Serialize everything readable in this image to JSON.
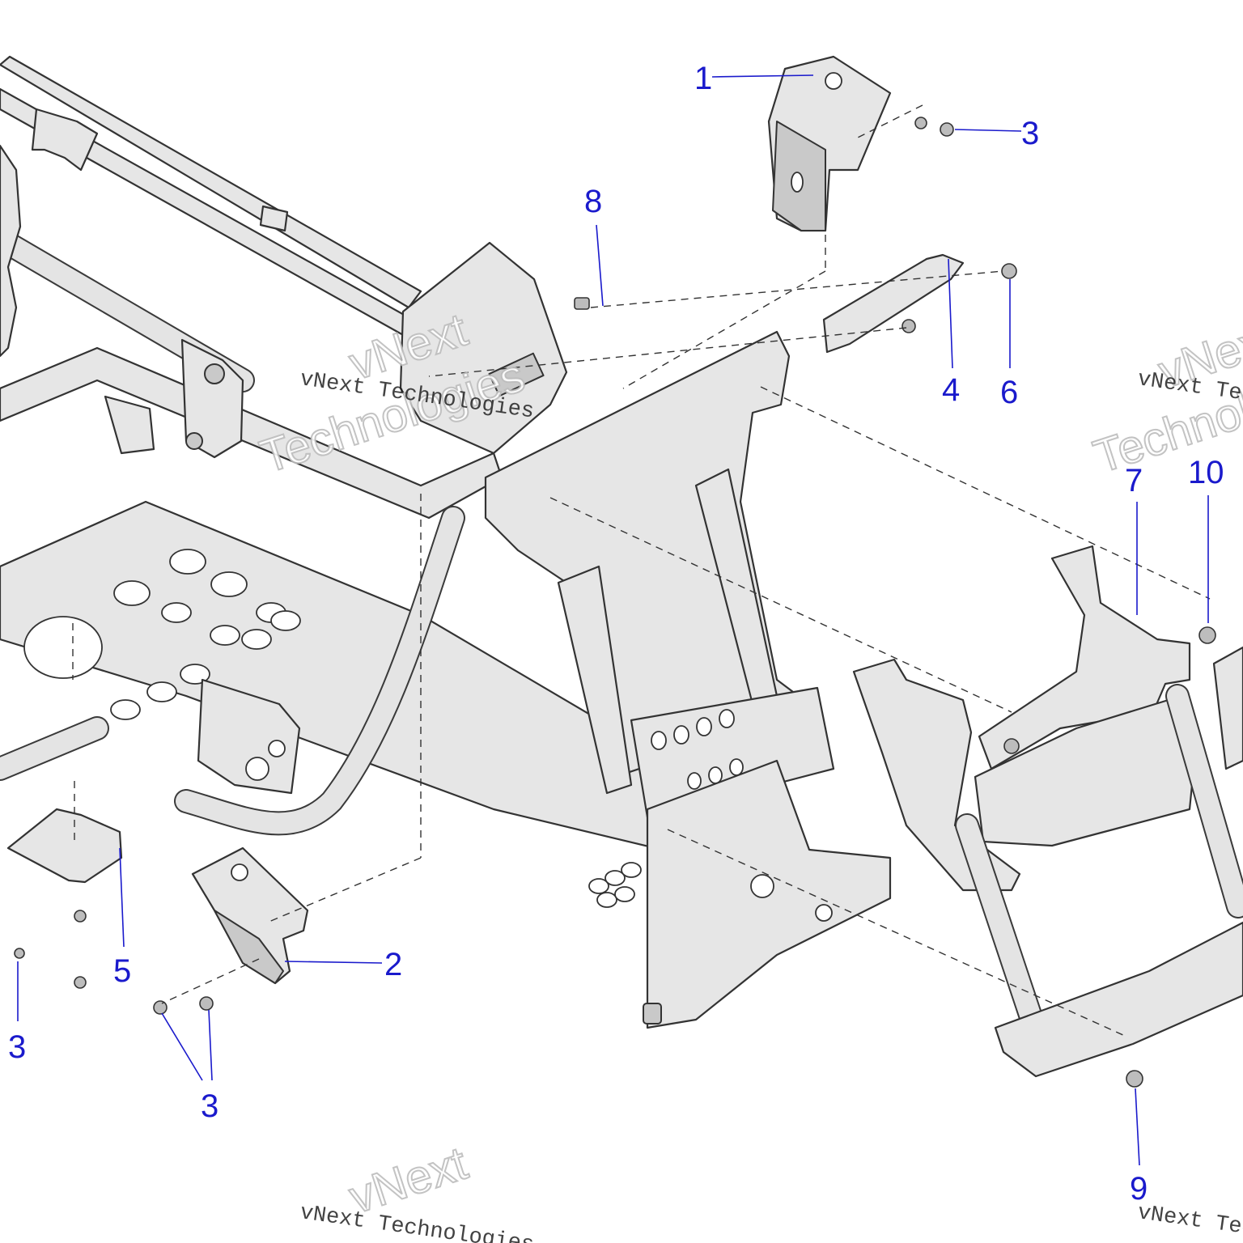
{
  "callouts": [
    {
      "id": "c1",
      "label": "1"
    },
    {
      "id": "c2",
      "label": "2"
    },
    {
      "id": "c3a",
      "label": "3"
    },
    {
      "id": "c3b",
      "label": "3"
    },
    {
      "id": "c3c",
      "label": "3"
    },
    {
      "id": "c4",
      "label": "4"
    },
    {
      "id": "c5",
      "label": "5"
    },
    {
      "id": "c6",
      "label": "6"
    },
    {
      "id": "c7",
      "label": "7"
    },
    {
      "id": "c8",
      "label": "8"
    },
    {
      "id": "c9",
      "label": "9"
    },
    {
      "id": "c10",
      "label": "10"
    }
  ],
  "watermark": {
    "small_text": "vNext Technologies",
    "big_line1": "vNext",
    "big_line2": "Technologies"
  },
  "colors": {
    "callout": "#1a1acc",
    "part_fill": "#e6e6e6",
    "line": "#333333"
  }
}
